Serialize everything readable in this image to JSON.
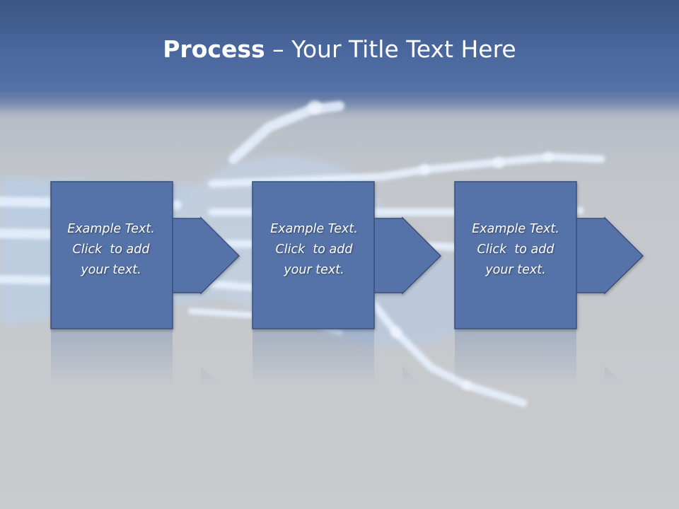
{
  "slide": {
    "title_strong": "Process",
    "title_rest": " – Your Title Text Here"
  },
  "steps": [
    {
      "line1": "Example Text.",
      "line2": "Click  to add",
      "line3": "your text."
    },
    {
      "line1": "Example Text.",
      "line2": "Click  to add",
      "line3": "your text."
    },
    {
      "line1": "Example Text.",
      "line2": "Click  to add",
      "line3": "your text."
    }
  ],
  "colors": {
    "header": "#4a679e",
    "shape_fill": "#5573a8",
    "shape_stroke": "#3a4f78",
    "background": "#c8cacd"
  }
}
